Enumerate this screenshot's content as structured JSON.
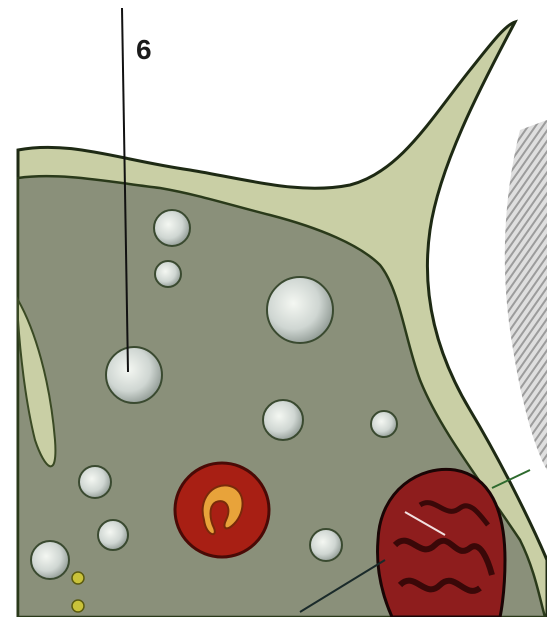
{
  "callout": {
    "label": "6"
  },
  "colors": {
    "background": "#ffffff",
    "cytoplasm": "#8a907a",
    "membrane": "#c9cfa5",
    "outline": "#1e2a14",
    "vesicle": "#cfd6d2",
    "granule_outer": "#a81f14",
    "granule_inner": "#e8a33a",
    "mitochondrion": "#8e1d1d",
    "cristae": "#3a0808",
    "lumen_texture": "#7a7a7a"
  },
  "structures": [
    "cell-membrane",
    "cytoplasm",
    "vesicle",
    "red-granule",
    "mitochondrion",
    "striated-lumen"
  ]
}
